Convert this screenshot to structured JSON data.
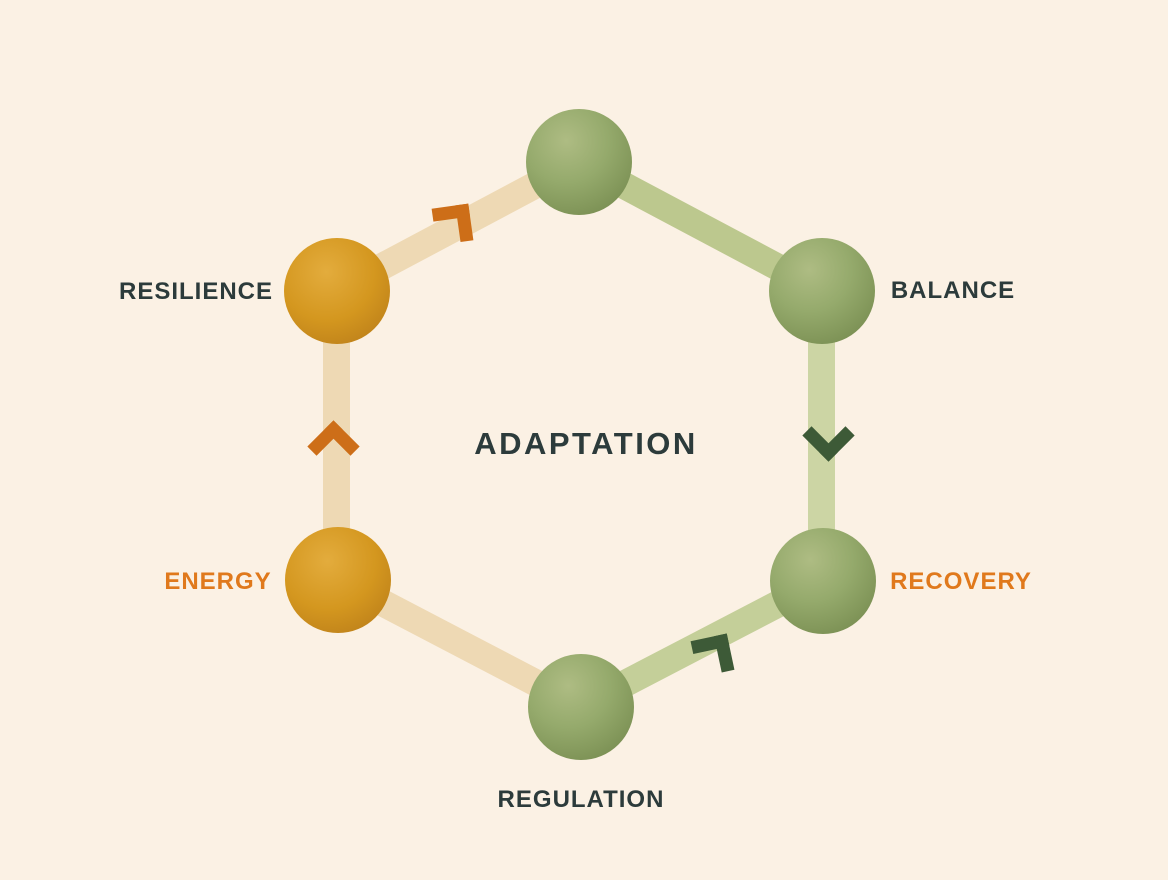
{
  "diagram": {
    "type": "hexagon-cycle",
    "background_color": "#fbf1e4",
    "labels": {
      "center": "ADAPTATION",
      "resilience": "RESILIENCE",
      "balance": "BALANCE",
      "energy": "ENERGY",
      "recovery": "RECOVERY",
      "regulation": "REGULATION"
    },
    "nodes": [
      {
        "id": "top",
        "label": "",
        "node_color": "#95aa6c"
      },
      {
        "id": "balance",
        "label": "BALANCE",
        "label_color": "#2c3b3b",
        "node_color": "#95aa6c"
      },
      {
        "id": "recovery",
        "label": "RECOVERY",
        "label_color": "#e0791c",
        "node_color": "#95aa6c"
      },
      {
        "id": "regulation",
        "label": "REGULATION",
        "label_color": "#2c3b3b",
        "node_color": "#95aa6c"
      },
      {
        "id": "energy",
        "label": "ENERGY",
        "label_color": "#e0791c",
        "node_color": "#d4971f"
      },
      {
        "id": "resilience",
        "label": "RESILIENCE",
        "label_color": "#2c3b3b",
        "node_color": "#d4971f"
      }
    ],
    "edges": [
      {
        "from": "resilience",
        "to": "top",
        "color": "#eed9b4"
      },
      {
        "from": "top",
        "to": "balance",
        "color": "#bcc88e"
      },
      {
        "from": "balance",
        "to": "recovery",
        "color": "#ccd5a4"
      },
      {
        "from": "regulation",
        "to": "recovery",
        "color": "#c4cf99"
      },
      {
        "from": "energy",
        "to": "regulation",
        "color": "#eed9b4"
      },
      {
        "from": "energy",
        "to": "resilience",
        "color": "#eed9b4"
      }
    ],
    "arrows": [
      {
        "on_edge": "resilience-top",
        "direction": "up-right",
        "color": "#cd6e18"
      },
      {
        "on_edge": "energy-resilience",
        "direction": "up",
        "color": "#cd6e18"
      },
      {
        "on_edge": "balance-recovery",
        "direction": "down",
        "color": "#3d5a37"
      },
      {
        "on_edge": "regulation-recovery",
        "direction": "up-right",
        "color": "#3d5a37"
      }
    ],
    "text_colors": {
      "dark": "#2c3b3b",
      "orange": "#e0791c"
    }
  }
}
